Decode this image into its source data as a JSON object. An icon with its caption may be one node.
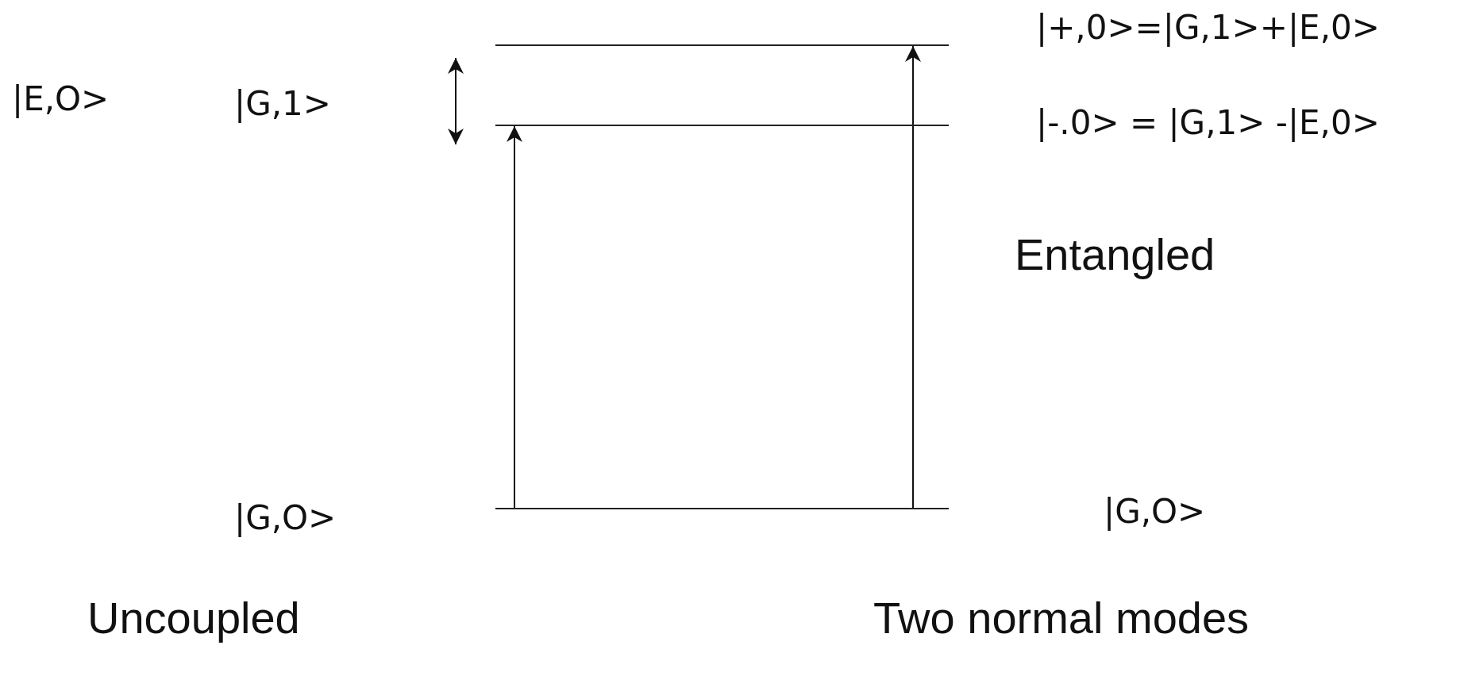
{
  "diagram": {
    "nodes": [
      {
        "text": [],
        "shape": "bar"
      },
      {
        "text": [],
        "shape": "bar"
      },
      {
        "text": [],
        "shape": "bar"
      }
    ],
    "edges": [
      {
        "from": 2,
        "to": 1,
        "arrow": "to"
      },
      {
        "from": 2,
        "to": 0,
        "arrow": "to"
      }
    ],
    "labels": [
      "|+,0>=|G,1>+|E,0>",
      "|E,O>",
      "|G,1>",
      "|-.0> = |G,1> -|E,0>",
      "Entangled",
      "|G,O>",
      "|G,O>",
      "Uncoupled",
      "Two normal modes"
    ]
  }
}
